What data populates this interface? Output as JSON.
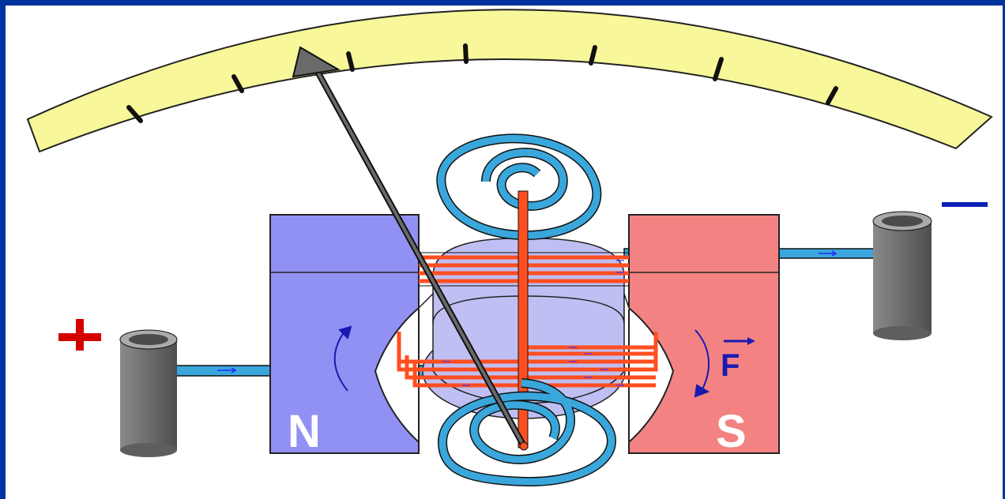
{
  "labels": {
    "north_pole": "N",
    "south_pole": "S",
    "force": "F",
    "plus_terminal": "+",
    "minus_terminal": "−"
  },
  "colors": {
    "frame_border": "#0033a0",
    "scale_fill": "#f8f79a",
    "north_magnet": "#9191f4",
    "south_magnet": "#f38383",
    "coil_wire": "#ff4e20",
    "spring": "#3aa7dc",
    "core": "#bfbff3",
    "terminal": "#6c6c6c",
    "arrow": "#1a1ab0",
    "plus_sign": "#d40000",
    "minus_sign": "#0a22b8"
  },
  "icons": {
    "pointer": "needle-arrow",
    "rotation_left": "curved-arrow-up",
    "rotation_right": "curved-arrow-down"
  }
}
